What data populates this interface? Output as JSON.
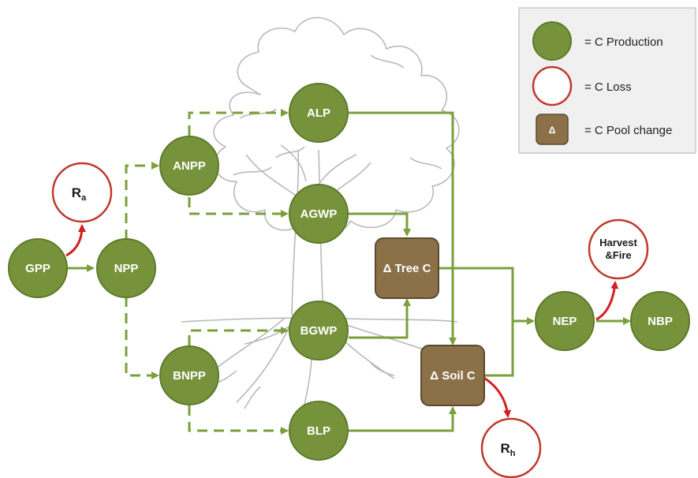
{
  "colors": {
    "production_fill": "#76933c",
    "production_stroke": "#5e7a2b",
    "loss_stroke": "#c0392b",
    "pool_fill": "#8b7048",
    "pool_stroke": "#5c4a30",
    "flow_arrow": "#7aa03c",
    "loss_arrow": "#d21f1f",
    "legend_bg": "#f0f0f0",
    "tree_sketch": "#b9b9b9"
  },
  "legend": {
    "production": "= C Production",
    "loss": "= C Loss",
    "pool_symbol": "Δ",
    "pool": "= C Pool change"
  },
  "nodes": {
    "gpp": "GPP",
    "npp": "NPP",
    "anpp": "ANPP",
    "bnpp": "BNPP",
    "alp": "ALP",
    "agwp": "AGWP",
    "bgwp": "BGWP",
    "blp": "BLP",
    "nep": "NEP",
    "nbp": "NBP"
  },
  "pools": {
    "tree": "Δ Tree C",
    "soil": "Δ Soil C"
  },
  "losses": {
    "ra_main": "R",
    "ra_sub": "a",
    "rh_main": "R",
    "rh_sub": "h",
    "harvest_line1": "Harvest",
    "harvest_line2": "&Fire"
  }
}
